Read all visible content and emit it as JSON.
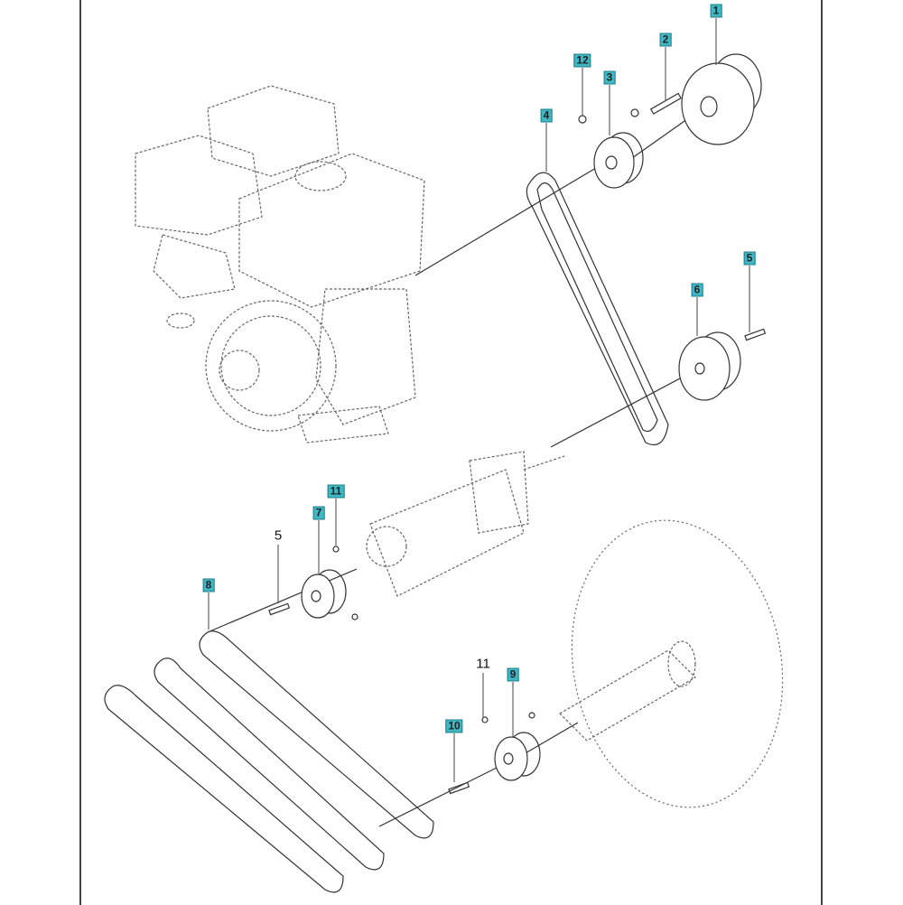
{
  "labels": [
    {
      "id": "1",
      "boxed": true
    },
    {
      "id": "2",
      "boxed": true
    },
    {
      "id": "12",
      "boxed": true
    },
    {
      "id": "3",
      "boxed": true
    },
    {
      "id": "4",
      "boxed": true
    },
    {
      "id": "5",
      "boxed": true
    },
    {
      "id": "6",
      "boxed": true
    },
    {
      "id": "11",
      "boxed": true
    },
    {
      "id": "7",
      "boxed": true
    },
    {
      "id": "5",
      "boxed": false
    },
    {
      "id": "8",
      "boxed": true
    },
    {
      "id": "11",
      "boxed": false
    },
    {
      "id": "9",
      "boxed": true
    },
    {
      "id": "10",
      "boxed": true
    }
  ],
  "colors": {
    "callout_box": "#3fb7c4",
    "line": "#333333",
    "dashed": "#666666"
  }
}
